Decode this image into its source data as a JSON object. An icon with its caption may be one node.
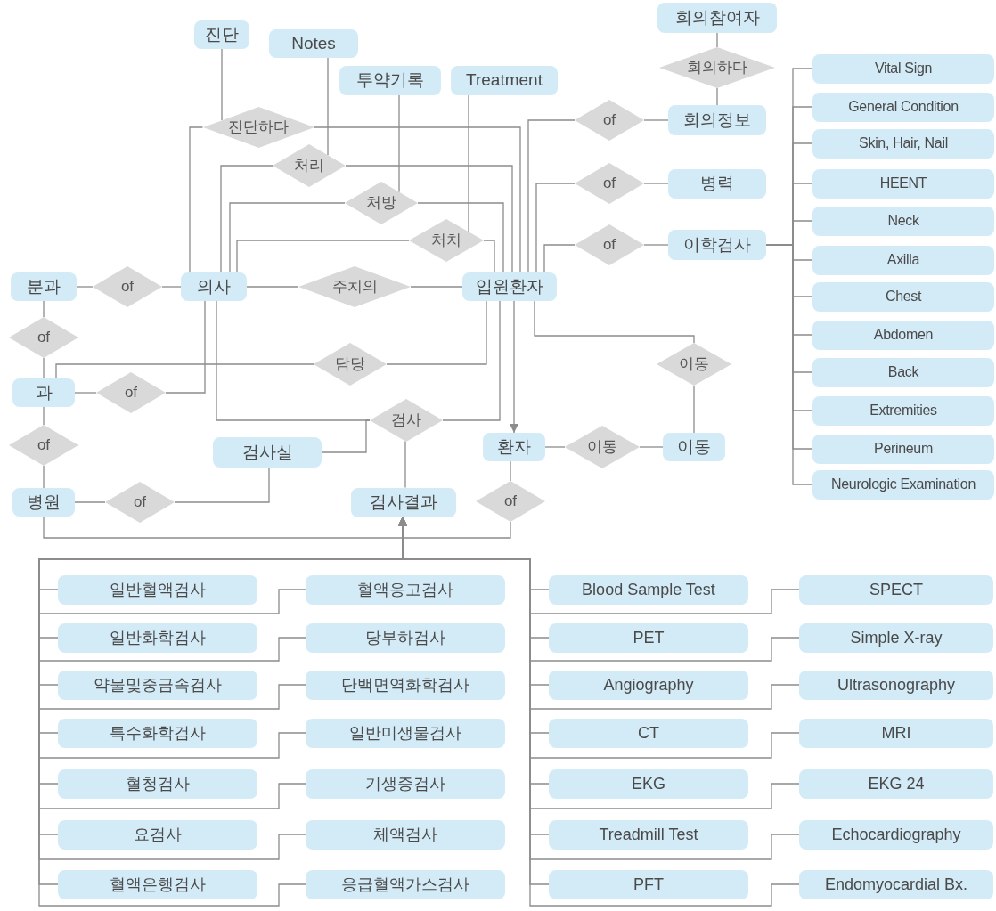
{
  "diagram": {
    "nodes": [
      {
        "text": [
          "진단"
        ]
      },
      {
        "text": [
          "Notes"
        ]
      },
      {
        "text": [
          "투약기록"
        ]
      },
      {
        "text": [
          "Treatment"
        ]
      },
      {
        "text": [
          "회의참여자"
        ]
      },
      {
        "text": [
          "회의하다"
        ]
      },
      {
        "text": [
          "회의정보"
        ]
      },
      {
        "text": [
          "진단하다"
        ]
      },
      {
        "text": [
          "of"
        ]
      },
      {
        "text": [
          "처리"
        ]
      },
      {
        "text": [
          "처방"
        ]
      },
      {
        "text": [
          "of"
        ]
      },
      {
        "text": [
          "병력"
        ]
      },
      {
        "text": [
          "처치"
        ]
      },
      {
        "text": [
          "of"
        ]
      },
      {
        "text": [
          "이학검사"
        ]
      },
      {
        "text": [
          "Vital Sign"
        ]
      },
      {
        "text": [
          "General Condition"
        ]
      },
      {
        "text": [
          "Skin, Hair, Nail"
        ]
      },
      {
        "text": [
          "HEENT"
        ]
      },
      {
        "text": [
          "Neck"
        ]
      },
      {
        "text": [
          "Axilla"
        ]
      },
      {
        "text": [
          "Chest"
        ]
      },
      {
        "text": [
          "Abdomen"
        ]
      },
      {
        "text": [
          "Back"
        ]
      },
      {
        "text": [
          "Extremities"
        ]
      },
      {
        "text": [
          "Perineum"
        ]
      },
      {
        "text": [
          "Neurologic Examination"
        ]
      },
      {
        "text": [
          "분과"
        ]
      },
      {
        "text": [
          "of"
        ]
      },
      {
        "text": [
          "의사"
        ]
      },
      {
        "text": [
          "주치의"
        ]
      },
      {
        "text": [
          "입원환자"
        ]
      },
      {
        "text": [
          "of"
        ]
      },
      {
        "text": [
          "담당"
        ]
      },
      {
        "text": [
          "이동"
        ]
      },
      {
        "text": [
          "과"
        ]
      },
      {
        "text": [
          "of"
        ]
      },
      {
        "text": [
          "검사"
        ]
      },
      {
        "text": [
          "of"
        ]
      },
      {
        "text": [
          "검사실"
        ]
      },
      {
        "text": [
          "환자"
        ]
      },
      {
        "text": [
          "이동"
        ]
      },
      {
        "text": [
          "이동"
        ]
      },
      {
        "text": [
          "병원"
        ]
      },
      {
        "text": [
          "of"
        ]
      },
      {
        "text": [
          "검사결과"
        ]
      },
      {
        "text": [
          "of"
        ]
      },
      {
        "text": [
          "일반혈액검사"
        ]
      },
      {
        "text": [
          "혈액응고검사"
        ]
      },
      {
        "text": [
          "Blood Sample Test"
        ]
      },
      {
        "text": [
          "SPECT"
        ]
      },
      {
        "text": [
          "일반화학검사"
        ]
      },
      {
        "text": [
          "당부하검사"
        ]
      },
      {
        "text": [
          "PET"
        ]
      },
      {
        "text": [
          "Simple X-ray"
        ]
      },
      {
        "text": [
          "약물및중금속검사"
        ]
      },
      {
        "text": [
          "단백면역화학검사"
        ]
      },
      {
        "text": [
          "Angiography"
        ]
      },
      {
        "text": [
          "Ultrasonography"
        ]
      },
      {
        "text": [
          "특수화학검사"
        ]
      },
      {
        "text": [
          "일반미생물검사"
        ]
      },
      {
        "text": [
          "CT"
        ]
      },
      {
        "text": [
          "MRI"
        ]
      },
      {
        "text": [
          "혈청검사"
        ]
      },
      {
        "text": [
          "기생증검사"
        ]
      },
      {
        "text": [
          "EKG"
        ]
      },
      {
        "text": [
          "EKG 24"
        ]
      },
      {
        "text": [
          "요검사"
        ]
      },
      {
        "text": [
          "체액검사"
        ]
      },
      {
        "text": [
          "Treadmill Test"
        ]
      },
      {
        "text": [
          "Echocardiography"
        ]
      },
      {
        "text": [
          "혈액은행검사"
        ]
      },
      {
        "text": [
          "응급혈액가스검사"
        ]
      },
      {
        "text": [
          "PFT"
        ]
      },
      {
        "text": [
          "Endomyocardial Bx."
        ]
      }
    ],
    "edges": [
      {
        "from": 0,
        "to": 7,
        "arrow": "none"
      },
      {
        "from": 1,
        "to": 9,
        "arrow": "none"
      },
      {
        "from": 2,
        "to": 10,
        "arrow": "none"
      },
      {
        "from": 3,
        "to": 13,
        "arrow": "none"
      },
      {
        "from": 4,
        "to": 5,
        "arrow": "none"
      },
      {
        "from": 5,
        "to": 6,
        "arrow": "none"
      },
      {
        "from": 7,
        "to": 30,
        "arrow": "none"
      },
      {
        "from": 7,
        "to": 32,
        "arrow": "none"
      },
      {
        "from": 9,
        "to": 30,
        "arrow": "none"
      },
      {
        "from": 9,
        "to": 32,
        "arrow": "none"
      },
      {
        "from": 10,
        "to": 30,
        "arrow": "none"
      },
      {
        "from": 10,
        "to": 32,
        "arrow": "none"
      },
      {
        "from": 13,
        "to": 30,
        "arrow": "none"
      },
      {
        "from": 13,
        "to": 32,
        "arrow": "none"
      },
      {
        "from": 6,
        "to": 8,
        "arrow": "none"
      },
      {
        "from": 8,
        "to": 32,
        "arrow": "none"
      },
      {
        "from": 12,
        "to": 11,
        "arrow": "none"
      },
      {
        "from": 11,
        "to": 32,
        "arrow": "none"
      },
      {
        "from": 15,
        "to": 14,
        "arrow": "none"
      },
      {
        "from": 14,
        "to": 32,
        "arrow": "none"
      },
      {
        "from": 15,
        "to": 16,
        "arrow": "none"
      },
      {
        "from": 15,
        "to": 17,
        "arrow": "none"
      },
      {
        "from": 15,
        "to": 18,
        "arrow": "none"
      },
      {
        "from": 15,
        "to": 19,
        "arrow": "none"
      },
      {
        "from": 15,
        "to": 20,
        "arrow": "none"
      },
      {
        "from": 15,
        "to": 21,
        "arrow": "none"
      },
      {
        "from": 15,
        "to": 22,
        "arrow": "none"
      },
      {
        "from": 15,
        "to": 23,
        "arrow": "none"
      },
      {
        "from": 15,
        "to": 24,
        "arrow": "none"
      },
      {
        "from": 15,
        "to": 25,
        "arrow": "none"
      },
      {
        "from": 15,
        "to": 26,
        "arrow": "none"
      },
      {
        "from": 15,
        "to": 27,
        "arrow": "none"
      },
      {
        "from": 28,
        "to": 29,
        "arrow": "none"
      },
      {
        "from": 29,
        "to": 30,
        "arrow": "none"
      },
      {
        "from": 30,
        "to": 31,
        "arrow": "none"
      },
      {
        "from": 31,
        "to": 32,
        "arrow": "none"
      },
      {
        "from": 28,
        "to": 33,
        "arrow": "none"
      },
      {
        "from": 33,
        "to": 36,
        "arrow": "none"
      },
      {
        "from": 36,
        "to": 39,
        "arrow": "none"
      },
      {
        "from": 39,
        "to": 44,
        "arrow": "none"
      },
      {
        "from": 36,
        "to": 37,
        "arrow": "none"
      },
      {
        "from": 37,
        "to": 30,
        "arrow": "none"
      },
      {
        "from": 34,
        "to": 36,
        "arrow": "none"
      },
      {
        "from": 34,
        "to": 32,
        "arrow": "none"
      },
      {
        "from": 38,
        "to": 30,
        "arrow": "none"
      },
      {
        "from": 38,
        "to": 32,
        "arrow": "none"
      },
      {
        "from": 38,
        "to": 40,
        "arrow": "none"
      },
      {
        "from": 38,
        "to": 46,
        "arrow": "none"
      },
      {
        "from": 32,
        "to": 41,
        "arrow": "to"
      },
      {
        "from": 32,
        "to": 35,
        "arrow": "none"
      },
      {
        "from": 35,
        "to": 43,
        "arrow": "none"
      },
      {
        "from": 41,
        "to": 42,
        "arrow": "none"
      },
      {
        "from": 42,
        "to": 43,
        "arrow": "none"
      },
      {
        "from": 41,
        "to": 47,
        "arrow": "none"
      },
      {
        "from": 47,
        "to": 44,
        "arrow": "none"
      },
      {
        "from": 44,
        "to": 45,
        "arrow": "none"
      },
      {
        "from": 45,
        "to": 40,
        "arrow": "none"
      },
      {
        "from": 48,
        "to": 46,
        "arrow": "to"
      },
      {
        "from": 49,
        "to": 46,
        "arrow": "to"
      },
      {
        "from": 50,
        "to": 46,
        "arrow": "to"
      },
      {
        "from": 51,
        "to": 46,
        "arrow": "to"
      },
      {
        "from": 52,
        "to": 46,
        "arrow": "to"
      },
      {
        "from": 53,
        "to": 46,
        "arrow": "to"
      },
      {
        "from": 54,
        "to": 46,
        "arrow": "to"
      },
      {
        "from": 55,
        "to": 46,
        "arrow": "to"
      },
      {
        "from": 56,
        "to": 46,
        "arrow": "to"
      },
      {
        "from": 57,
        "to": 46,
        "arrow": "to"
      },
      {
        "from": 58,
        "to": 46,
        "arrow": "to"
      },
      {
        "from": 59,
        "to": 46,
        "arrow": "to"
      },
      {
        "from": 60,
        "to": 46,
        "arrow": "to"
      },
      {
        "from": 61,
        "to": 46,
        "arrow": "to"
      },
      {
        "from": 62,
        "to": 46,
        "arrow": "to"
      },
      {
        "from": 63,
        "to": 46,
        "arrow": "to"
      },
      {
        "from": 64,
        "to": 46,
        "arrow": "to"
      },
      {
        "from": 65,
        "to": 46,
        "arrow": "to"
      },
      {
        "from": 66,
        "to": 46,
        "arrow": "to"
      },
      {
        "from": 67,
        "to": 46,
        "arrow": "to"
      },
      {
        "from": 68,
        "to": 46,
        "arrow": "to"
      },
      {
        "from": 69,
        "to": 46,
        "arrow": "to"
      },
      {
        "from": 70,
        "to": 46,
        "arrow": "to"
      },
      {
        "from": 71,
        "to": 46,
        "arrow": "to"
      },
      {
        "from": 72,
        "to": 46,
        "arrow": "to"
      },
      {
        "from": 73,
        "to": 46,
        "arrow": "to"
      },
      {
        "from": 74,
        "to": 46,
        "arrow": "to"
      },
      {
        "from": 75,
        "to": 46,
        "arrow": "to"
      }
    ]
  }
}
